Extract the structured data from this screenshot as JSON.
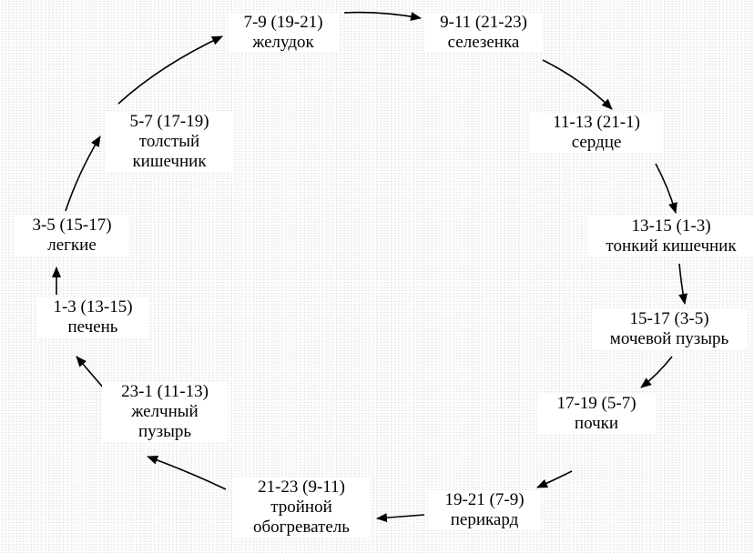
{
  "colors": {
    "background": "#fdfdfd",
    "text": "#000000",
    "arrow": "#000000"
  },
  "nodes": [
    {
      "id": "zheludok",
      "time": "7-9 (19-21)",
      "organ": [
        "желудок"
      ]
    },
    {
      "id": "selezenka",
      "time": "9-11 (21-23)",
      "organ": [
        "селезенка"
      ]
    },
    {
      "id": "serdtse",
      "time": "11-13 (21-1)",
      "organ": [
        "сердце"
      ]
    },
    {
      "id": "tonkiy-kishechnik",
      "time": "13-15 (1-3)",
      "organ": [
        "тонкий кишечник"
      ]
    },
    {
      "id": "mochevoy-puzyr",
      "time": "15-17 (3-5)",
      "organ": [
        "мочевой пузырь"
      ]
    },
    {
      "id": "pochki",
      "time": "17-19 (5-7)",
      "organ": [
        "почки"
      ]
    },
    {
      "id": "perikard",
      "time": "19-21 (7-9)",
      "organ": [
        "перикард"
      ]
    },
    {
      "id": "troynoy-obogrevatel",
      "time": "21-23 (9-11)",
      "organ": [
        "тройной",
        "обогреватель"
      ]
    },
    {
      "id": "zhelchnyy-puzyr",
      "time": "23-1 (11-13)",
      "organ": [
        "желчный",
        "пузырь"
      ]
    },
    {
      "id": "pechen",
      "time": "1-3 (13-15)",
      "organ": [
        "печень"
      ]
    },
    {
      "id": "legkie",
      "time": "3-5 (15-17)",
      "organ": [
        "легкие"
      ]
    },
    {
      "id": "tolstyy-kishechnik",
      "time": "5-7 (17-19)",
      "organ": [
        "толстый",
        "кишечник"
      ]
    }
  ],
  "edges": [
    {
      "from": "zheludok",
      "to": "selezenka"
    },
    {
      "from": "selezenka",
      "to": "serdtse"
    },
    {
      "from": "serdtse",
      "to": "tonkiy-kishechnik"
    },
    {
      "from": "tonkiy-kishechnik",
      "to": "mochevoy-puzyr"
    },
    {
      "from": "mochevoy-puzyr",
      "to": "pochki"
    },
    {
      "from": "pochki",
      "to": "perikard"
    },
    {
      "from": "perikard",
      "to": "troynoy-obogrevatel"
    },
    {
      "from": "troynoy-obogrevatel",
      "to": "zhelchnyy-puzyr"
    },
    {
      "from": "zhelchnyy-puzyr",
      "to": "pechen"
    },
    {
      "from": "pechen",
      "to": "legkie"
    },
    {
      "from": "legkie",
      "to": "tolstyy-kishechnik"
    },
    {
      "from": "tolstyy-kishechnik",
      "to": "zheludok"
    }
  ]
}
